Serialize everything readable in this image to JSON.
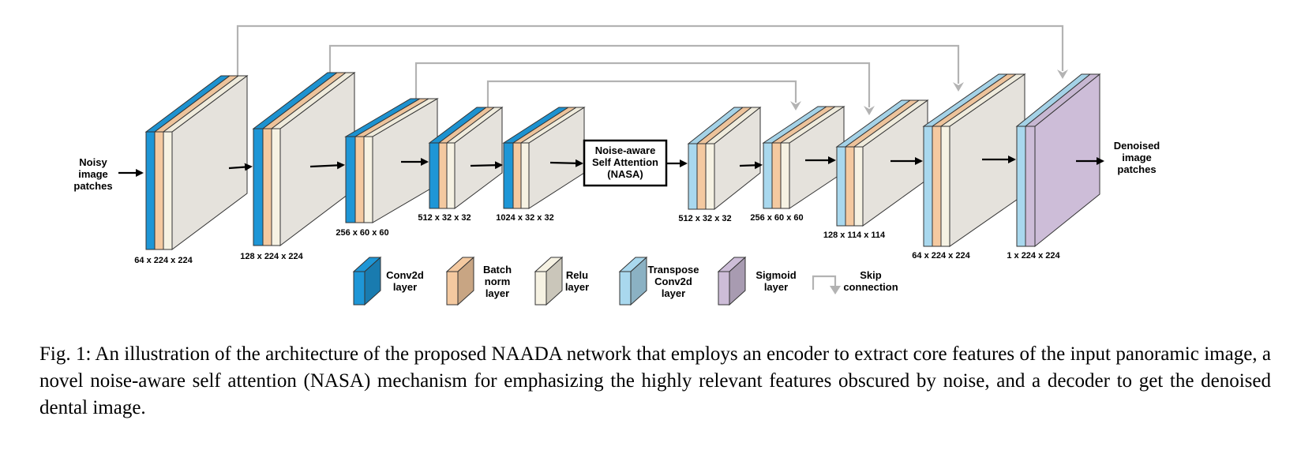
{
  "input_label": [
    "Noisy",
    "image",
    "patches"
  ],
  "output_label": [
    "Denoised",
    "image",
    "patches"
  ],
  "attention_block": [
    "Noise-aware",
    "Self Attention",
    "(NASA)"
  ],
  "layer_colors": {
    "conv2d": "#1e96d6",
    "batch_norm": "#f4c9a0",
    "relu": "#f6f2e3",
    "transpose_conv2d": "#a9d8ee",
    "sigmoid": "#cdbdd8",
    "feature": "#e5e2dc",
    "skip": "#b3b3b3"
  },
  "encoder_blocks": [
    {
      "dims": "64 x 224 x 224",
      "layers": [
        "conv2d",
        "batch_norm",
        "relu"
      ]
    },
    {
      "dims": "128 x 224 x 224",
      "layers": [
        "conv2d",
        "batch_norm",
        "relu"
      ]
    },
    {
      "dims": "256 x 60 x 60",
      "layers": [
        "conv2d",
        "batch_norm",
        "relu"
      ]
    },
    {
      "dims": "512 x 32 x 32",
      "layers": [
        "conv2d",
        "batch_norm",
        "relu"
      ]
    },
    {
      "dims": "1024 x 32 x 32",
      "layers": [
        "conv2d",
        "batch_norm",
        "relu"
      ]
    }
  ],
  "decoder_blocks": [
    {
      "dims": "512 x 32 x 32",
      "layers": [
        "transpose_conv2d",
        "batch_norm",
        "relu"
      ]
    },
    {
      "dims": "256 x 60 x 60",
      "layers": [
        "transpose_conv2d",
        "batch_norm",
        "relu"
      ]
    },
    {
      "dims": "128 x 114 x 114",
      "layers": [
        "transpose_conv2d",
        "batch_norm",
        "relu"
      ]
    },
    {
      "dims": "64 x 224 x 224",
      "layers": [
        "transpose_conv2d",
        "batch_norm",
        "relu"
      ]
    },
    {
      "dims": "1 x 224 x 224",
      "layers": [
        "transpose_conv2d",
        "sigmoid"
      ]
    }
  ],
  "skip_connections": [
    {
      "from": "64 x 224 x 224",
      "to": "1 x 224 x 224"
    },
    {
      "from": "128 x 224 x 224",
      "to": "64 x 224 x 224"
    },
    {
      "from": "256 x 60 x 60",
      "to": "128 x 114 x 114"
    },
    {
      "from": "512 x 32 x 32",
      "to": "256 x 60 x 60"
    }
  ],
  "legend": [
    {
      "key": "conv2d",
      "lines": [
        "Conv2d",
        "layer"
      ]
    },
    {
      "key": "batch_norm",
      "lines": [
        "Batch",
        "norm",
        "layer"
      ]
    },
    {
      "key": "relu",
      "lines": [
        "Relu",
        "layer"
      ]
    },
    {
      "key": "transpose_conv2d",
      "lines": [
        "Transpose",
        "Conv2d",
        "layer"
      ]
    },
    {
      "key": "sigmoid",
      "lines": [
        "Sigmoid",
        "layer"
      ]
    },
    {
      "key": "skip",
      "lines": [
        "Skip",
        "connection"
      ]
    }
  ],
  "caption": "Fig. 1: An illustration of the architecture of the proposed NAADA network that employs an encoder to extract core features of the input panoramic image, a novel noise-aware self attention (NASA) mechanism for emphasizing the highly relevant features obscured by noise, and a decoder to get the denoised dental image."
}
